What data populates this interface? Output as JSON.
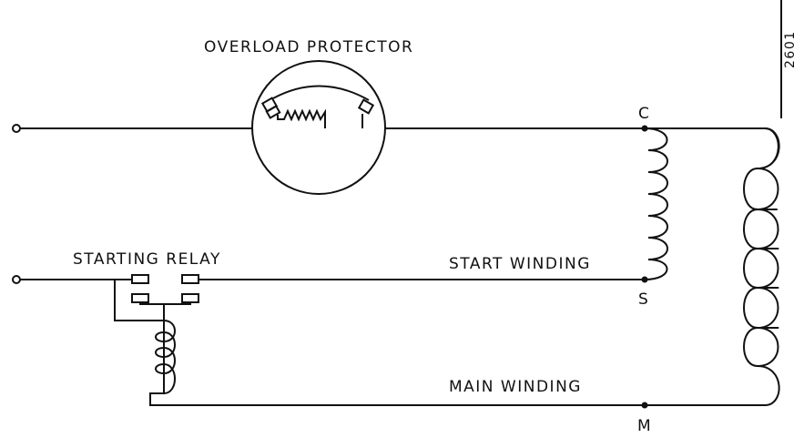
{
  "labels": {
    "overload_protector": "OVERLOAD PROTECTOR",
    "starting_relay": "STARTING RELAY",
    "start_winding": "START WINDING",
    "main_winding": "MAIN WINDING",
    "terminal_c": "C",
    "terminal_s": "S",
    "terminal_m": "M",
    "figure_number": "2601"
  }
}
